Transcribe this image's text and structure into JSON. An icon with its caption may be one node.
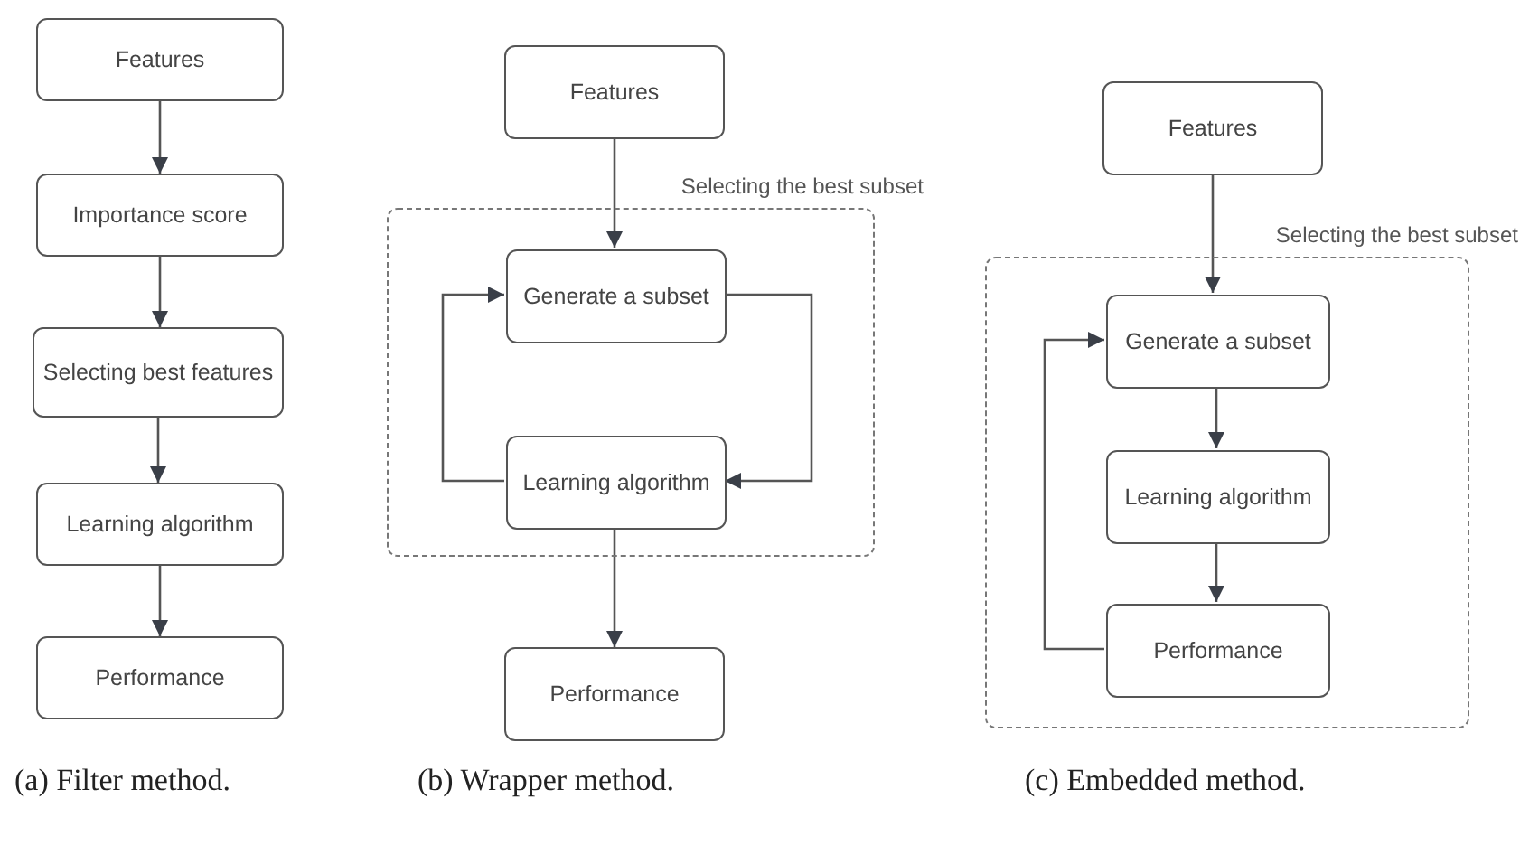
{
  "diagram": {
    "nodes": [
      {
        "text": [
          "Features"
        ]
      },
      {
        "text": [
          "Importance score"
        ]
      },
      {
        "text": [
          "Selecting best features"
        ]
      },
      {
        "text": [
          "Learning algorithm"
        ]
      },
      {
        "text": [
          "Performance"
        ]
      },
      {
        "text": [
          "Selecting the best subset"
        ]
      },
      {
        "text": [
          "Features"
        ]
      },
      {
        "text": [
          "Generate a subset"
        ],
        "in": 5
      },
      {
        "text": [
          "Learning algorithm"
        ],
        "in": 5
      },
      {
        "text": [
          "Performance"
        ]
      },
      {
        "text": [
          "Features"
        ]
      },
      {
        "text": [
          "Selecting the best subset"
        ]
      },
      {
        "text": [
          "Generate a subset"
        ],
        "in": 11
      },
      {
        "text": [
          "Learning algorithm"
        ],
        "in": 11
      },
      {
        "text": [
          "Performance"
        ],
        "in": 11
      }
    ],
    "edges": [
      {
        "from": 0,
        "to": 1,
        "arrow": "to"
      },
      {
        "from": 1,
        "to": 2,
        "arrow": "to"
      },
      {
        "from": 2,
        "to": 3,
        "arrow": "to"
      },
      {
        "from": 3,
        "to": 4,
        "arrow": "to"
      },
      {
        "from": 6,
        "to": 7,
        "arrow": "to"
      },
      {
        "from": 7,
        "to": 8,
        "arrow": "to"
      },
      {
        "from": 8,
        "to": 7,
        "arrow": "to"
      },
      {
        "from": 8,
        "to": 9,
        "arrow": "to"
      },
      {
        "from": 10,
        "to": 12,
        "arrow": "to"
      },
      {
        "from": 12,
        "to": 13,
        "arrow": "to"
      },
      {
        "from": 13,
        "to": 14,
        "arrow": "to"
      },
      {
        "from": 14,
        "to": 12,
        "arrow": "to"
      }
    ],
    "labels": [
      "(a) Filter method.",
      "(b) Wrapper method.",
      "(c) Embedded method."
    ]
  }
}
